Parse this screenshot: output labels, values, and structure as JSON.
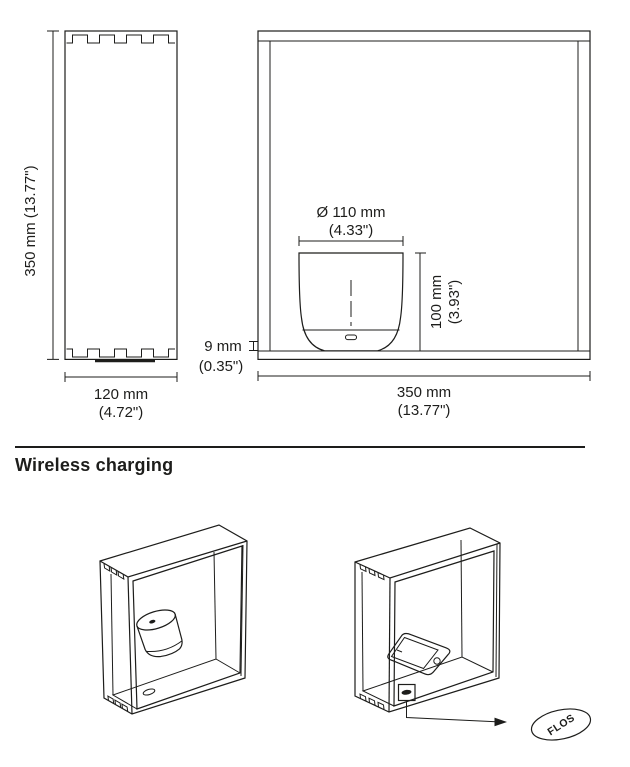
{
  "page": {
    "background": "#ffffff",
    "ink": "#1d1d1b"
  },
  "dimensions": {
    "side_height": "350 mm (13.77\")",
    "side_width_mm": "120 mm",
    "side_width_in": "(4.72\")",
    "front_width_mm": "350 mm",
    "front_width_in": "(13.77\")",
    "lamp_diameter_mm": "Ø 110 mm",
    "lamp_diameter_in": "(4.33\")",
    "lamp_height_mm": "100 mm",
    "lamp_height_in": "(3.93\")",
    "frame_thickness_mm": "9 mm",
    "frame_thickness_in": "(0.35\")"
  },
  "section": {
    "heading": "Wireless charging"
  },
  "badge": {
    "brand": "FLOS"
  }
}
